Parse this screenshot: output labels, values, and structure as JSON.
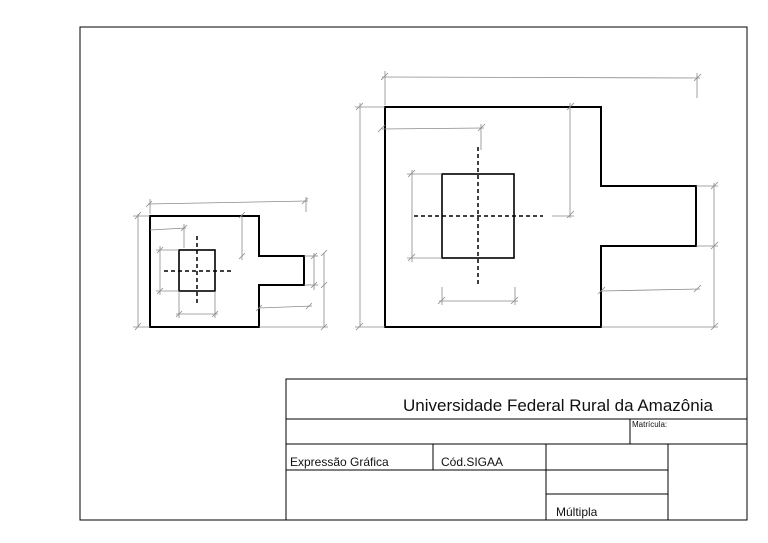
{
  "title_block": {
    "institution": "Universidade Federal Rural da Amazônia",
    "matricula_label": "Matrícula:",
    "course": "Expressão Gráfica",
    "code_label": "Cód.SIGAA",
    "projection": "Múltipla"
  },
  "colors": {
    "outline": "#000000",
    "dimension": "#8a8a8a",
    "border": "#000000"
  }
}
